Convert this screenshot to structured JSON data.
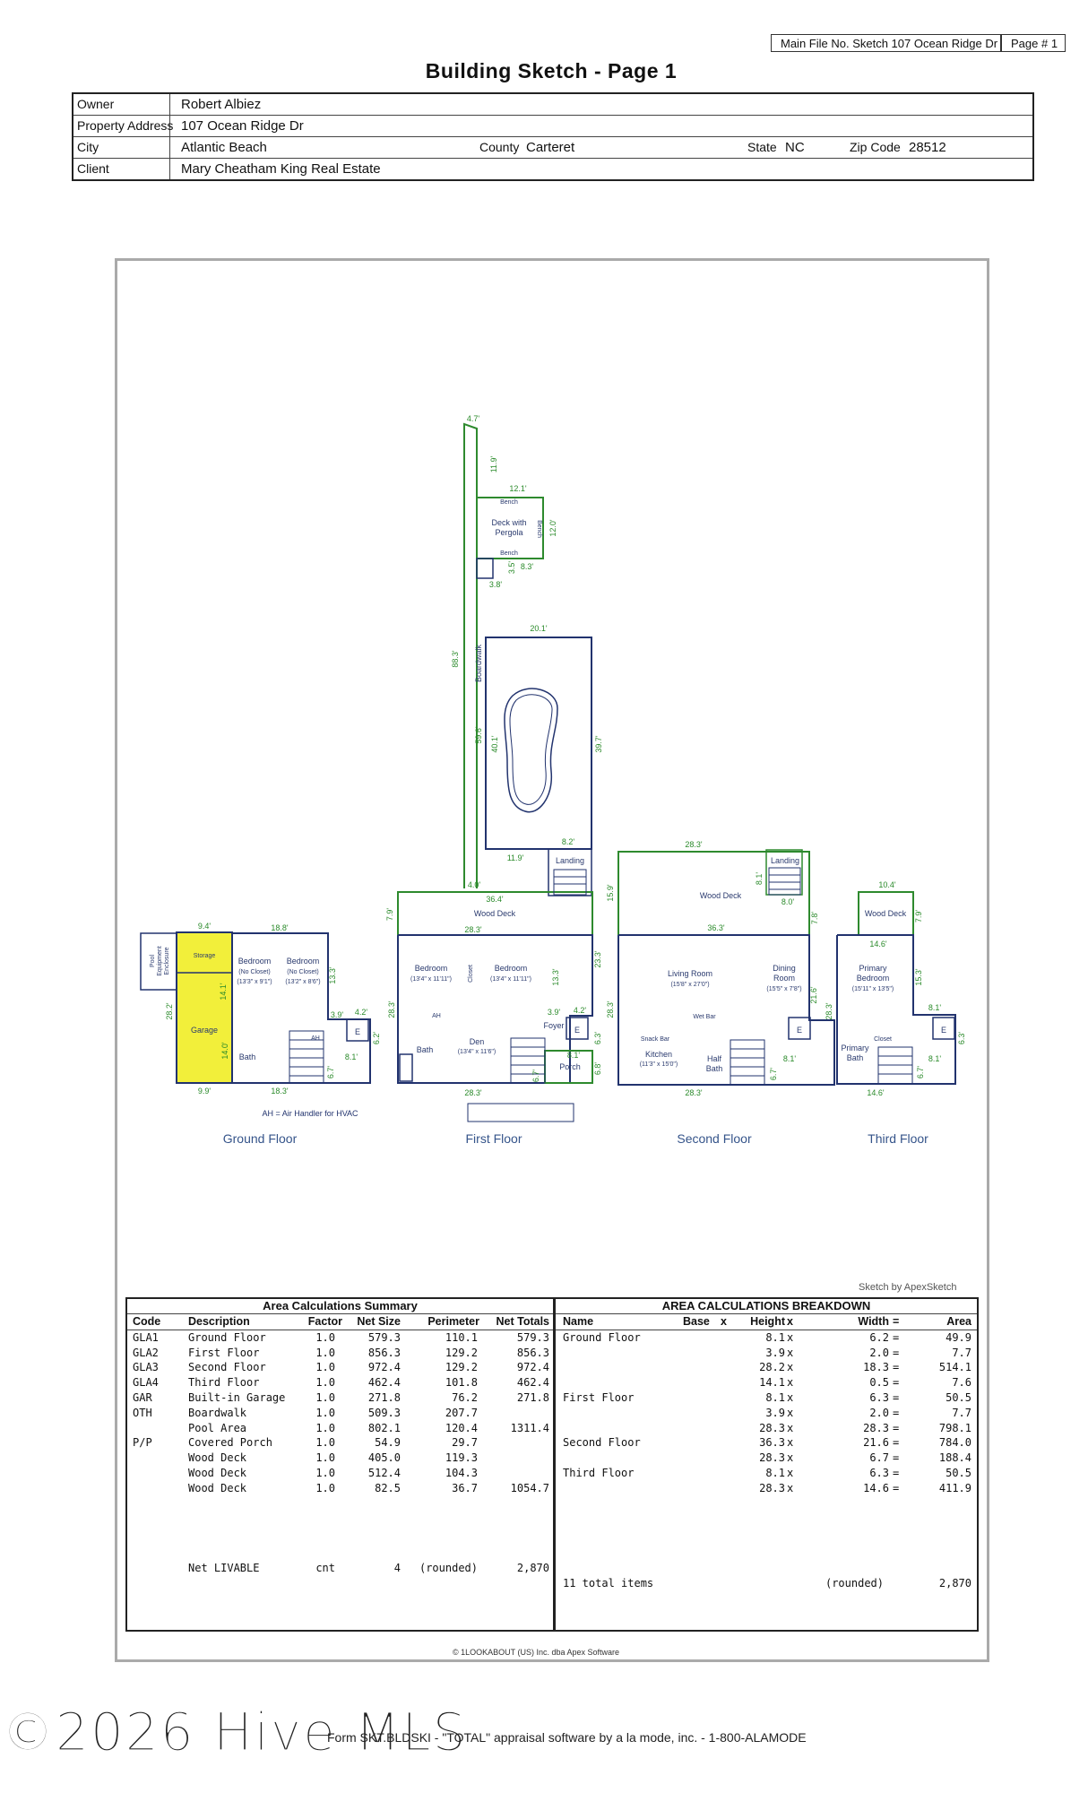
{
  "header": {
    "main_file": "Main File No. Sketch 107 Ocean Ridge Dr",
    "page_no": "Page # 1",
    "title": "Building Sketch - Page 1"
  },
  "info": {
    "owner_label": "Owner",
    "owner": "Robert Albiez",
    "address_label": "Property Address",
    "address": "107 Ocean Ridge Dr",
    "city_label": "City",
    "city": "Atlantic Beach",
    "county_label": "County",
    "county": "Carteret",
    "state_label": "State",
    "state": "NC",
    "zip_label": "Zip Code",
    "zip": "28512",
    "client_label": "Client",
    "client": "Mary Cheatham King Real Estate"
  },
  "sketch": {
    "floors": [
      "Ground Floor",
      "First Floor",
      "Second Floor",
      "Third Floor"
    ],
    "credit": "Sketch by ApexSketch",
    "note": "AH = Air Handler for HVAC",
    "labels": {
      "deck_pergola": [
        "Deck with",
        "Pergola"
      ],
      "bench": "Bench",
      "boardwalk": "Boardwalk",
      "landing": "Landing",
      "wood_deck": "Wood Deck",
      "storage": "Storage",
      "garage": "Garage",
      "bath": "Bath",
      "bedroom": "Bedroom",
      "no_closet": "(No Closet)",
      "ground_bed1_size": "(13'3\" x 9'1\")",
      "ground_bed2_size": "(13'2\" x 8'6\")",
      "first_bed_size": "(13'4\" x 11'11\")",
      "den": "Den",
      "den_size": "(13'4\" x 11'6\")",
      "foyer": "Foyer",
      "porch": "Porch",
      "living": "Living Room",
      "living_size": "(15'8\" x 27'0\")",
      "dining": [
        "Dining",
        "Room"
      ],
      "dining_size": "(15'5\" x 7'8\")",
      "kitchen": "Kitchen",
      "kitchen_size": "(11'3\" x 15'0\")",
      "snack": "Snack Bar",
      "wetbar": "Wet Bar",
      "half_bath": [
        "Half",
        "Bath"
      ],
      "primary_bed": [
        "Primary",
        "Bedroom"
      ],
      "primary_bed_size": "(15'11\" x 13'5\")",
      "primary_bath": [
        "Primary",
        "Bath"
      ],
      "closet": "Closet",
      "ah": "AH",
      "e": "E",
      "pool_equip": [
        "Pool",
        "Equipment",
        "Enclosure"
      ]
    },
    "dims": {
      "d4_7": "4.7'",
      "d11_9": "11.9'",
      "d12_1": "12.1'",
      "d12_0": "12.0'",
      "d8_3": "8.3'",
      "d3_5": "3.5'",
      "d3_8": "3.8'",
      "d88_3": "88.3'",
      "d20_1": "20.1'",
      "d59_6": "59.6'",
      "d40_1": "40.1'",
      "d39_7": "39.7'",
      "d8_2": "8.2'",
      "d4_0": "4.0'",
      "d36_4": "36.4'",
      "d7_9": "7.9'",
      "d28_3": "28.3'",
      "d23_3": "23.3'",
      "d13_3": "13.3'",
      "d3_9": "3.9'",
      "d4_2": "4.2'",
      "d6_2": "6.2'",
      "d8_1": "8.1'",
      "d6_7": "6.7'",
      "d6_3": "6.3'",
      "d6_8": "6.8'",
      "d9_4": "9.4'",
      "d18_8": "18.8'",
      "d28_2": "28.2'",
      "d14_1": "14.1'",
      "d14_0": "14.0'",
      "d9_9": "9.9'",
      "d18_3": "18.3'",
      "d15_9": "15.9'",
      "d8_0": "8.0'",
      "d7_8": "7.8'",
      "d36_3": "36.3'",
      "d21_6": "21.6'",
      "d10_4": "10.4'",
      "d14_6": "14.6'",
      "d15_3": "15.3'"
    }
  },
  "summary": {
    "title": "Area Calculations Summary",
    "headers": [
      "Code",
      "Description",
      "Factor",
      "Net Size",
      "Perimeter",
      "Net Totals"
    ],
    "rows": [
      [
        "GLA1",
        "Ground Floor",
        "1.0",
        "579.3",
        "110.1",
        "579.3"
      ],
      [
        "GLA2",
        "First Floor",
        "1.0",
        "856.3",
        "129.2",
        "856.3"
      ],
      [
        "GLA3",
        "Second Floor",
        "1.0",
        "972.4",
        "129.2",
        "972.4"
      ],
      [
        "GLA4",
        "Third Floor",
        "1.0",
        "462.4",
        "101.8",
        "462.4"
      ],
      [
        "GAR",
        "Built-in Garage",
        "1.0",
        "271.8",
        "76.2",
        "271.8"
      ],
      [
        "OTH",
        "Boardwalk",
        "1.0",
        "509.3",
        "207.7",
        ""
      ],
      [
        "",
        "Pool Area",
        "1.0",
        "802.1",
        "120.4",
        "1311.4"
      ],
      [
        "P/P",
        "Covered Porch",
        "1.0",
        "54.9",
        "29.7",
        ""
      ],
      [
        "",
        "Wood Deck",
        "1.0",
        "405.0",
        "119.3",
        ""
      ],
      [
        "",
        "Wood Deck",
        "1.0",
        "512.4",
        "104.3",
        ""
      ],
      [
        "",
        "Wood Deck",
        "1.0",
        "82.5",
        "36.7",
        "1054.7"
      ]
    ],
    "net_label": "Net LIVABLE",
    "net_cnt": "cnt",
    "net_count": "4",
    "net_rounded": "(rounded)",
    "net_value": "2,870"
  },
  "breakdown": {
    "title": "AREA CALCULATIONS BREAKDOWN",
    "headers": [
      "Name",
      "Base",
      "x",
      "Height",
      "x",
      "Width",
      "=",
      "Area"
    ],
    "rows": [
      [
        "Ground Floor",
        "8.1",
        "6.2",
        "49.9"
      ],
      [
        "",
        "3.9",
        "2.0",
        "7.7"
      ],
      [
        "",
        "28.2",
        "18.3",
        "514.1"
      ],
      [
        "",
        "14.1",
        "0.5",
        "7.6"
      ],
      [
        "First Floor",
        "8.1",
        "6.3",
        "50.5"
      ],
      [
        "",
        "3.9",
        "2.0",
        "7.7"
      ],
      [
        "",
        "28.3",
        "28.3",
        "798.1"
      ],
      [
        "Second Floor",
        "36.3",
        "21.6",
        "784.0"
      ],
      [
        "",
        "28.3",
        "6.7",
        "188.4"
      ],
      [
        "Third Floor",
        "8.1",
        "6.3",
        "50.5"
      ],
      [
        "",
        "28.3",
        "14.6",
        "411.9"
      ]
    ],
    "total_label": "11 total items",
    "total_rounded": "(rounded)",
    "total_value": "2,870"
  },
  "footer": {
    "copyright": "© 1LOOKABOUT (US) Inc. dba Apex Software",
    "form": "Form SKT.BLDSKI - \"TOTAL\" appraisal software by a la mode, inc. - 1-800-ALAMODE",
    "watermark": "©2026 Hive MLS"
  }
}
